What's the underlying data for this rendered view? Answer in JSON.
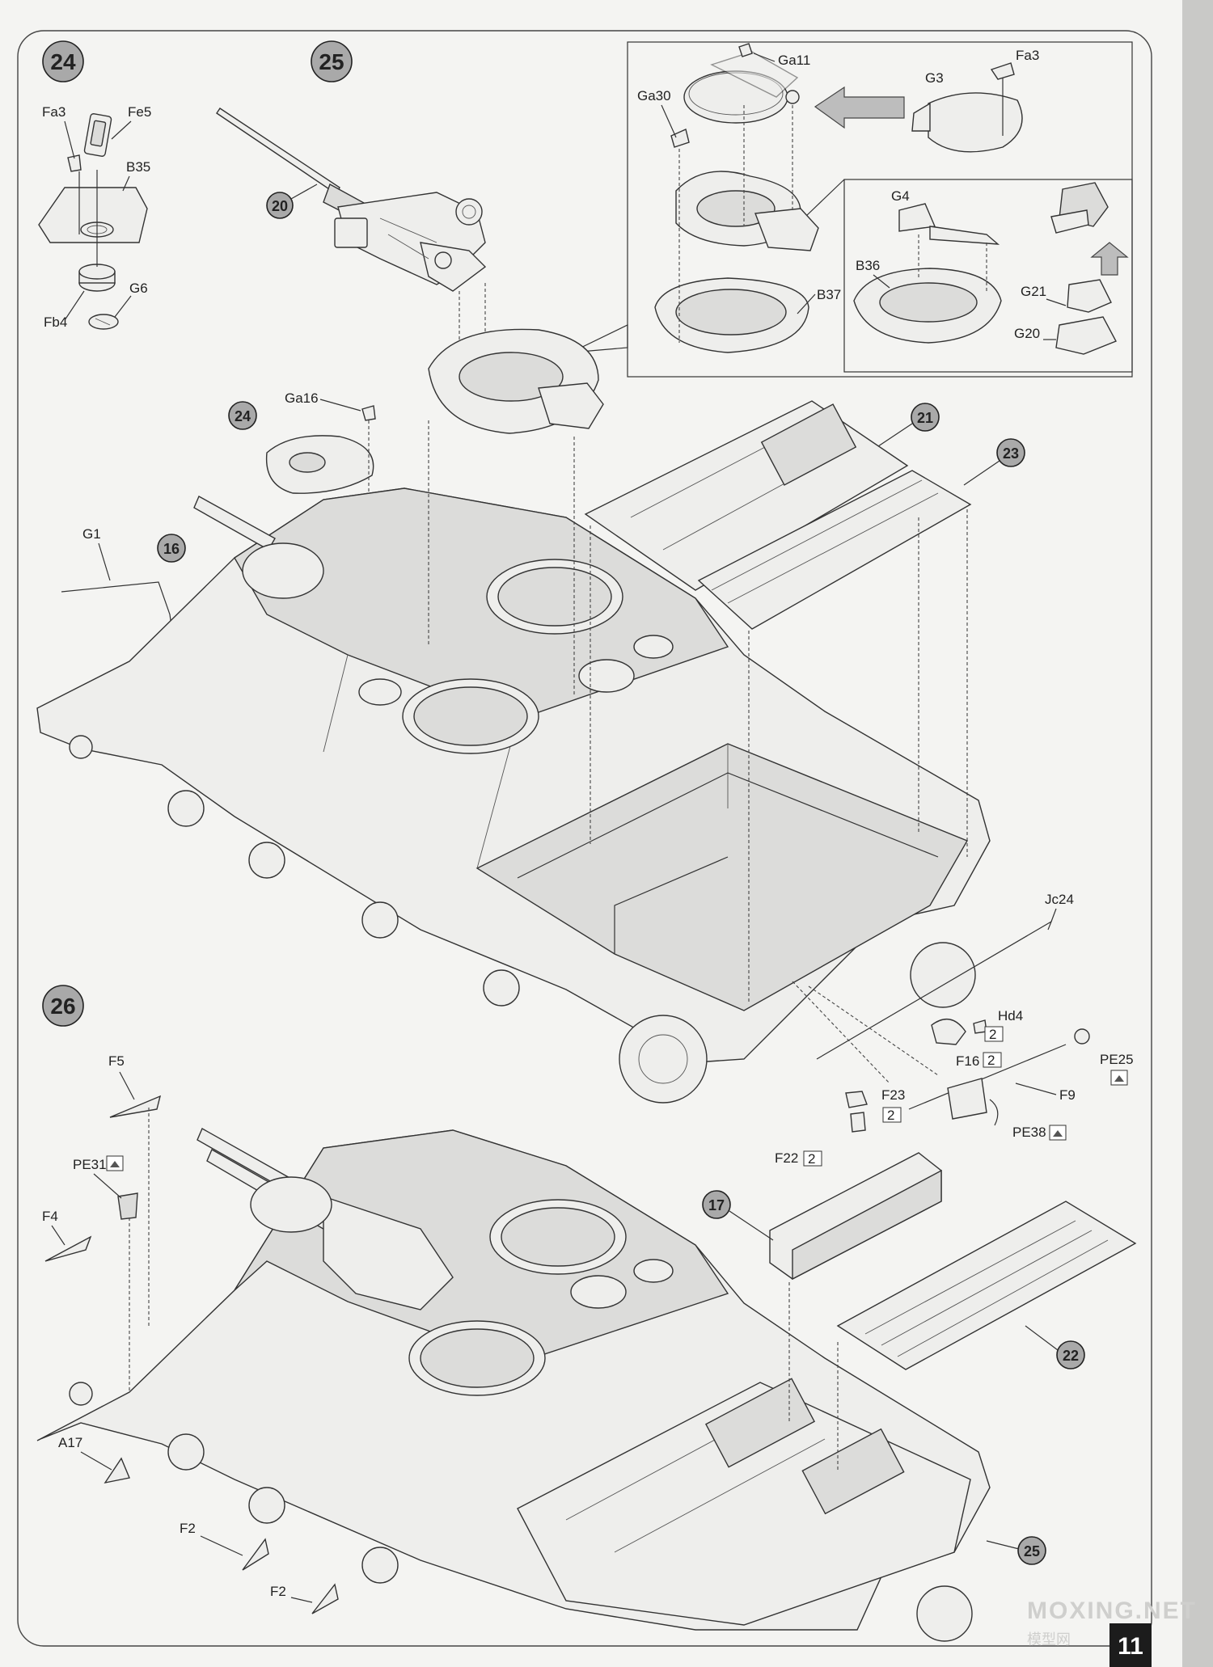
{
  "page": {
    "number": "11",
    "watermark": "MOXING.NET",
    "watermark_sub": "模型网"
  },
  "steps": {
    "s24": "24",
    "s25": "25",
    "s26": "26",
    "ref16": "16",
    "ref17": "17",
    "ref20": "20",
    "ref21": "21",
    "ref22": "22",
    "ref23": "23",
    "ref24": "24",
    "ref25": "25"
  },
  "labels": {
    "fa3_a": "Fa3",
    "fe5": "Fe5",
    "b35": "B35",
    "g6": "G6",
    "fb4": "Fb4",
    "ga11": "Ga11",
    "ga30": "Ga30",
    "g3": "G3",
    "fa3_b": "Fa3",
    "g4": "G4",
    "b36": "B36",
    "b37": "B37",
    "g21": "G21",
    "g20": "G20",
    "ga16": "Ga16",
    "g1": "G1",
    "jc24": "Jc24",
    "hd4": "Hd4",
    "f16": "F16",
    "pe25": "PE25",
    "f9": "F9",
    "f23": "F23",
    "pe38": "PE38",
    "f22": "F22",
    "f5": "F5",
    "pe31": "PE31",
    "f4": "F4",
    "a17": "A17",
    "f2_a": "F2",
    "f2_b": "F2"
  },
  "sprue_ref": "2",
  "icons": [
    "step-badge-icon",
    "sprue-ref-icon",
    "photo-etch-icon",
    "arrow-right-icon",
    "arrow-up-icon"
  ]
}
